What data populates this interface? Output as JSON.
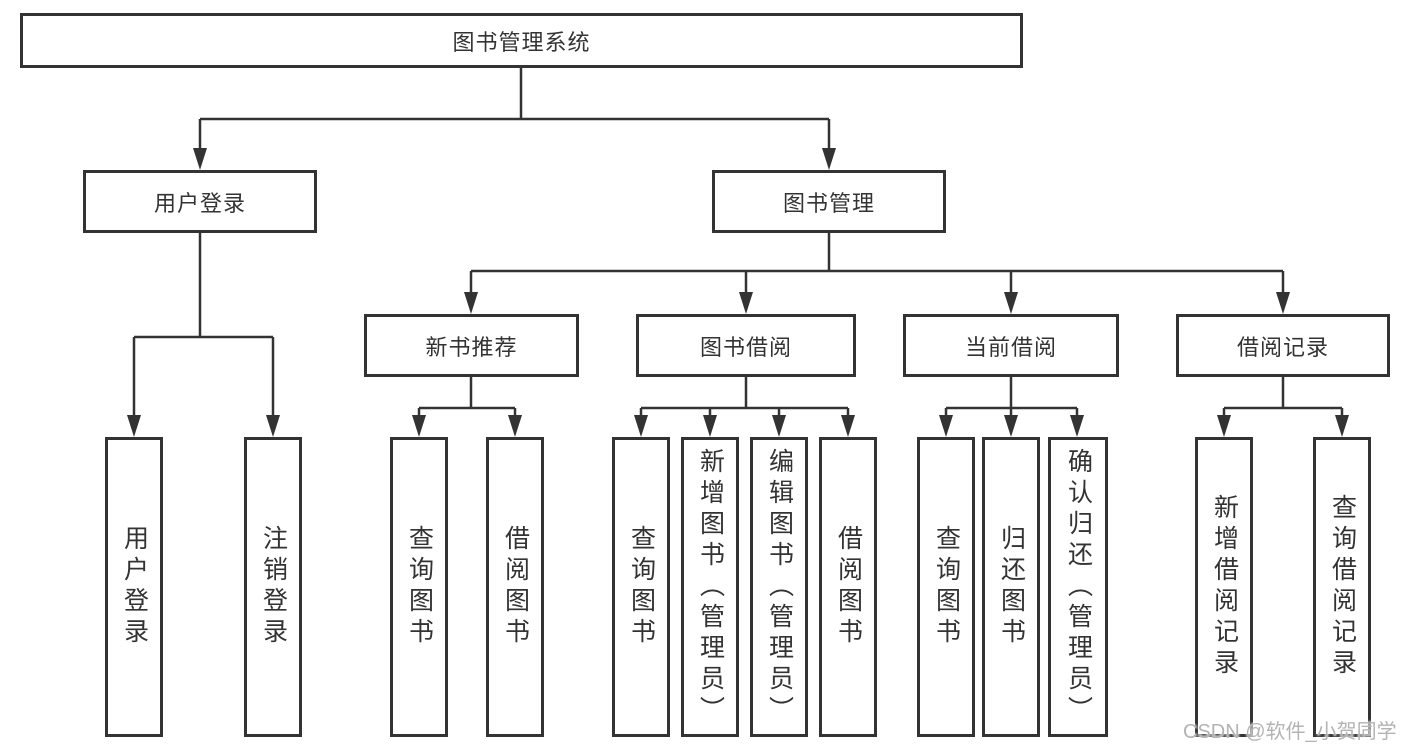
{
  "tree": {
    "label": "图书管理系统",
    "children": [
      {
        "label": "用户登录",
        "children": [
          {
            "label": "用户登录"
          },
          {
            "label": "注销登录"
          }
        ]
      },
      {
        "label": "图书管理",
        "children": [
          {
            "label": "新书推荐",
            "children": [
              {
                "label": "查询图书"
              },
              {
                "label": "借阅图书"
              }
            ]
          },
          {
            "label": "图书借阅",
            "children": [
              {
                "label": "查询图书"
              },
              {
                "label": "新增图书（管理员）"
              },
              {
                "label": "编辑图书（管理员）"
              },
              {
                "label": "借阅图书"
              }
            ]
          },
          {
            "label": "当前借阅",
            "children": [
              {
                "label": "查询图书"
              },
              {
                "label": "归还图书"
              },
              {
                "label": "确认归还（管理员）"
              }
            ]
          },
          {
            "label": "借阅记录",
            "children": [
              {
                "label": "新增借阅记录"
              },
              {
                "label": "查询借阅记录"
              }
            ]
          }
        ]
      }
    ]
  },
  "watermark": "CSDN @软件_小贺同学",
  "colors": {
    "line": "#333333",
    "box_background": "#ffffff",
    "watermark": "#b3b3b3"
  }
}
